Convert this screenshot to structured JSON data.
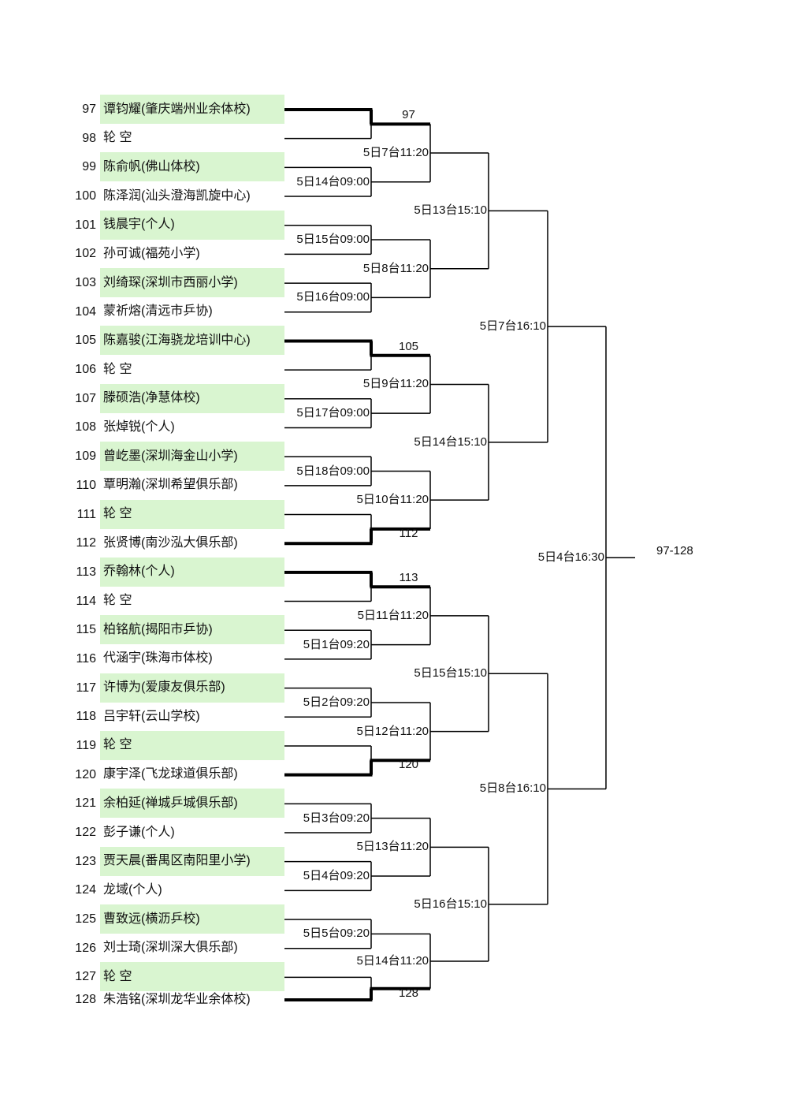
{
  "players": [
    {
      "seed": "97",
      "name": "谭钧耀(肇庆端州业余体校)",
      "hl": true
    },
    {
      "seed": "98",
      "name": "轮  空",
      "hl": false
    },
    {
      "seed": "99",
      "name": "陈俞帆(佛山体校)",
      "hl": true
    },
    {
      "seed": "100",
      "name": "陈泽润(汕头澄海凯旋中心)",
      "hl": false
    },
    {
      "seed": "101",
      "name": "钱晨宇(个人)",
      "hl": true
    },
    {
      "seed": "102",
      "name": "孙可诚(福苑小学)",
      "hl": false
    },
    {
      "seed": "103",
      "name": "刘绮琛(深圳市西丽小学)",
      "hl": true
    },
    {
      "seed": "104",
      "name": "蒙祈熔(清远市乒协)",
      "hl": false
    },
    {
      "seed": "105",
      "name": "陈嘉骏(江海骁龙培训中心)",
      "hl": true
    },
    {
      "seed": "106",
      "name": "轮  空",
      "hl": false
    },
    {
      "seed": "107",
      "name": "滕硕浩(净慧体校)",
      "hl": true
    },
    {
      "seed": "108",
      "name": "张焯锐(个人)",
      "hl": false
    },
    {
      "seed": "109",
      "name": "曾屹墨(深圳海金山小学)",
      "hl": true
    },
    {
      "seed": "110",
      "name": "覃明瀚(深圳希望俱乐部)",
      "hl": false
    },
    {
      "seed": "111",
      "name": "轮  空",
      "hl": true
    },
    {
      "seed": "112",
      "name": "张贤博(南沙泓大俱乐部)",
      "hl": false
    },
    {
      "seed": "113",
      "name": "乔翰林(个人)",
      "hl": true
    },
    {
      "seed": "114",
      "name": "轮  空",
      "hl": false
    },
    {
      "seed": "115",
      "name": "柏铭航(揭阳市乒协)",
      "hl": true
    },
    {
      "seed": "116",
      "name": "代涵宇(珠海市体校)",
      "hl": false
    },
    {
      "seed": "117",
      "name": "许博为(爱康友俱乐部)",
      "hl": true
    },
    {
      "seed": "118",
      "name": "吕宇轩(云山学校)",
      "hl": false
    },
    {
      "seed": "119",
      "name": "轮  空",
      "hl": true
    },
    {
      "seed": "120",
      "name": "康宇泽(飞龙球道俱乐部)",
      "hl": false
    },
    {
      "seed": "121",
      "name": "余柏延(禅城乒城俱乐部)",
      "hl": true
    },
    {
      "seed": "122",
      "name": "彭子谦(个人)",
      "hl": false
    },
    {
      "seed": "123",
      "name": "贾天晨(番禺区南阳里小学)",
      "hl": true
    },
    {
      "seed": "124",
      "name": "龙域(个人)",
      "hl": false
    },
    {
      "seed": "125",
      "name": "曹致远(横沥乒校)",
      "hl": true
    },
    {
      "seed": "126",
      "name": "刘士琦(深圳深大俱乐部)",
      "hl": false
    },
    {
      "seed": "127",
      "name": "轮  空",
      "hl": true
    },
    {
      "seed": "128",
      "name": "朱浩铭(深圳龙华业余体校)",
      "hl": false
    }
  ],
  "round1": [
    {
      "type": "bye",
      "label": "97",
      "winner": 0
    },
    {
      "type": "match",
      "label": "5日14台09:00"
    },
    {
      "type": "match",
      "label": "5日15台09:00"
    },
    {
      "type": "match",
      "label": "5日16台09:00"
    },
    {
      "type": "bye",
      "label": "105",
      "winner": 0
    },
    {
      "type": "match",
      "label": "5日17台09:00"
    },
    {
      "type": "match",
      "label": "5日18台09:00"
    },
    {
      "type": "bye",
      "label": "112",
      "winner": 1
    },
    {
      "type": "bye",
      "label": "113",
      "winner": 0
    },
    {
      "type": "match",
      "label": "5日1台09:20"
    },
    {
      "type": "match",
      "label": "5日2台09:20"
    },
    {
      "type": "bye",
      "label": "120",
      "winner": 1
    },
    {
      "type": "match",
      "label": "5日3台09:20"
    },
    {
      "type": "match",
      "label": "5日4台09:20"
    },
    {
      "type": "match",
      "label": "5日5台09:20"
    },
    {
      "type": "bye",
      "label": "128",
      "winner": 1
    }
  ],
  "round2": [
    "5日7台11:20",
    "5日8台11:20",
    "5日9台11:20",
    "5日10台11:20",
    "5日11台11:20",
    "5日12台11:20",
    "5日13台11:20",
    "5日14台11:20"
  ],
  "round3": [
    "5日13台15:10",
    "5日14台15:10",
    "5日15台15:10",
    "5日16台15:10"
  ],
  "round4": [
    "5日7台16:10",
    "5日8台16:10"
  ],
  "round5": "5日4台16:30",
  "result": "97-128"
}
